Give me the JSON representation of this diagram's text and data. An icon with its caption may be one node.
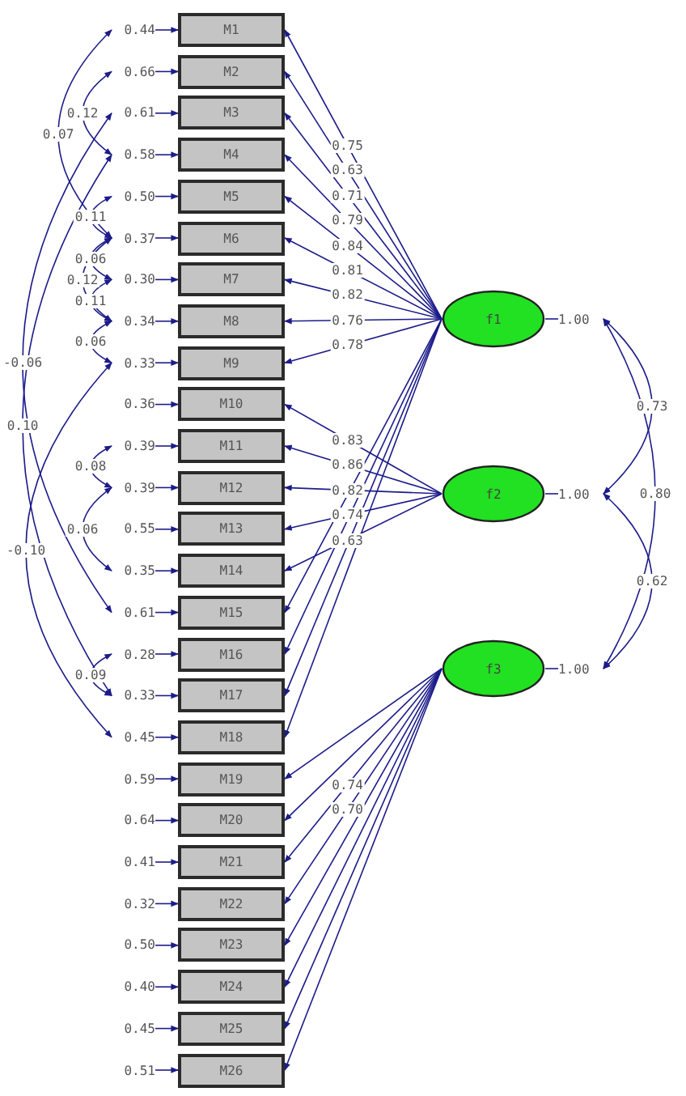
{
  "diagram": {
    "nodes": [
      {
        "text": [
          "M1"
        ]
      },
      {
        "text": [
          "M2"
        ]
      },
      {
        "text": [
          "M3"
        ]
      },
      {
        "text": [
          "M4"
        ]
      },
      {
        "text": [
          "M5"
        ]
      },
      {
        "text": [
          "M6"
        ]
      },
      {
        "text": [
          "M7"
        ]
      },
      {
        "text": [
          "M8"
        ]
      },
      {
        "text": [
          "M9"
        ]
      },
      {
        "text": [
          "M10"
        ]
      },
      {
        "text": [
          "M11"
        ]
      },
      {
        "text": [
          "M12"
        ]
      },
      {
        "text": [
          "M13"
        ]
      },
      {
        "text": [
          "M14"
        ]
      },
      {
        "text": [
          "M15"
        ]
      },
      {
        "text": [
          "M16"
        ]
      },
      {
        "text": [
          "M17"
        ]
      },
      {
        "text": [
          "M18"
        ]
      },
      {
        "text": [
          "M19"
        ]
      },
      {
        "text": [
          "M20"
        ]
      },
      {
        "text": [
          "M21"
        ]
      },
      {
        "text": [
          "M22"
        ]
      },
      {
        "text": [
          "M23"
        ]
      },
      {
        "text": [
          "M24"
        ]
      },
      {
        "text": [
          "M25"
        ]
      },
      {
        "text": [
          "M26"
        ]
      },
      {
        "text": [
          "f1"
        ]
      },
      {
        "text": [
          "f2"
        ]
      },
      {
        "text": [
          "f3"
        ]
      },
      {
        "text": [
          "1.00"
        ]
      },
      {
        "text": [
          "1.00"
        ]
      },
      {
        "text": [
          "1.00"
        ]
      },
      {
        "text": [
          "0.44"
        ]
      },
      {
        "text": [
          "0.66"
        ]
      },
      {
        "text": [
          "0.61"
        ]
      },
      {
        "text": [
          "0.58"
        ]
      },
      {
        "text": [
          "0.50"
        ]
      },
      {
        "text": [
          "0.37"
        ]
      },
      {
        "text": [
          "0.30"
        ]
      },
      {
        "text": [
          "0.34"
        ]
      },
      {
        "text": [
          "0.33"
        ]
      },
      {
        "text": [
          "0.36"
        ]
      },
      {
        "text": [
          "0.39"
        ]
      },
      {
        "text": [
          "0.39"
        ]
      },
      {
        "text": [
          "0.55"
        ]
      },
      {
        "text": [
          "0.35"
        ]
      },
      {
        "text": [
          "0.61"
        ]
      },
      {
        "text": [
          "0.28"
        ]
      },
      {
        "text": [
          "0.33"
        ]
      },
      {
        "text": [
          "0.45"
        ]
      },
      {
        "text": [
          "0.59"
        ]
      },
      {
        "text": [
          "0.64"
        ]
      },
      {
        "text": [
          "0.41"
        ]
      },
      {
        "text": [
          "0.32"
        ]
      },
      {
        "text": [
          "0.50"
        ]
      },
      {
        "text": [
          "0.40"
        ]
      },
      {
        "text": [
          "0.45"
        ]
      },
      {
        "text": [
          "0.51"
        ]
      }
    ],
    "edges": [
      {
        "from": 26,
        "to": 0,
        "arrow": "to",
        "label": "0.75"
      },
      {
        "from": 26,
        "to": 1,
        "arrow": "to",
        "label": "0.63"
      },
      {
        "from": 26,
        "to": 2,
        "arrow": "to",
        "label": "0.71"
      },
      {
        "from": 26,
        "to": 3,
        "arrow": "to",
        "label": "0.79"
      },
      {
        "from": 26,
        "to": 4,
        "arrow": "to",
        "label": "0.84"
      },
      {
        "from": 26,
        "to": 5,
        "arrow": "to",
        "label": "0.81"
      },
      {
        "from": 26,
        "to": 6,
        "arrow": "to",
        "label": "0.82"
      },
      {
        "from": 26,
        "to": 7,
        "arrow": "to",
        "label": "0.76"
      },
      {
        "from": 26,
        "to": 8,
        "arrow": "to",
        "label": "0.78"
      },
      {
        "from": 27,
        "to": 9,
        "arrow": "to",
        "label": "0.83"
      },
      {
        "from": 27,
        "to": 10,
        "arrow": "to",
        "label": "0.86"
      },
      {
        "from": 27,
        "to": 11,
        "arrow": "to",
        "label": "0.82"
      },
      {
        "from": 27,
        "to": 12,
        "arrow": "to",
        "label": "0.74"
      },
      {
        "from": 27,
        "to": 13,
        "arrow": "to",
        "label": "0.63"
      },
      {
        "from": 26,
        "to": 14,
        "arrow": "to"
      },
      {
        "from": 26,
        "to": 15,
        "arrow": "to"
      },
      {
        "from": 26,
        "to": 16,
        "arrow": "to"
      },
      {
        "from": 26,
        "to": 17,
        "arrow": "to"
      },
      {
        "from": 28,
        "to": 18,
        "arrow": "to"
      },
      {
        "from": 28,
        "to": 19,
        "arrow": "to"
      },
      {
        "from": 28,
        "to": 20,
        "arrow": "to",
        "label": "0.74"
      },
      {
        "from": 28,
        "to": 21,
        "arrow": "to",
        "label": "0.70"
      },
      {
        "from": 28,
        "to": 22,
        "arrow": "to"
      },
      {
        "from": 28,
        "to": 23,
        "arrow": "to"
      },
      {
        "from": 28,
        "to": 24,
        "arrow": "to"
      },
      {
        "from": 28,
        "to": 25,
        "arrow": "to"
      },
      {
        "from": 32,
        "to": 0,
        "arrow": "to"
      },
      {
        "from": 33,
        "to": 1,
        "arrow": "to"
      },
      {
        "from": 34,
        "to": 2,
        "arrow": "to"
      },
      {
        "from": 35,
        "to": 3,
        "arrow": "to"
      },
      {
        "from": 36,
        "to": 4,
        "arrow": "to"
      },
      {
        "from": 37,
        "to": 5,
        "arrow": "to"
      },
      {
        "from": 38,
        "to": 6,
        "arrow": "to"
      },
      {
        "from": 39,
        "to": 7,
        "arrow": "to"
      },
      {
        "from": 40,
        "to": 8,
        "arrow": "to"
      },
      {
        "from": 41,
        "to": 9,
        "arrow": "to"
      },
      {
        "from": 42,
        "to": 10,
        "arrow": "to"
      },
      {
        "from": 43,
        "to": 11,
        "arrow": "to"
      },
      {
        "from": 44,
        "to": 12,
        "arrow": "to"
      },
      {
        "from": 45,
        "to": 13,
        "arrow": "to"
      },
      {
        "from": 46,
        "to": 14,
        "arrow": "to"
      },
      {
        "from": 47,
        "to": 15,
        "arrow": "to"
      },
      {
        "from": 48,
        "to": 16,
        "arrow": "to"
      },
      {
        "from": 49,
        "to": 17,
        "arrow": "to"
      },
      {
        "from": 50,
        "to": 18,
        "arrow": "to"
      },
      {
        "from": 51,
        "to": 19,
        "arrow": "to"
      },
      {
        "from": 52,
        "to": 20,
        "arrow": "to"
      },
      {
        "from": 53,
        "to": 21,
        "arrow": "to"
      },
      {
        "from": 54,
        "to": 22,
        "arrow": "to"
      },
      {
        "from": 55,
        "to": 23,
        "arrow": "to"
      },
      {
        "from": 56,
        "to": 24,
        "arrow": "to"
      },
      {
        "from": 57,
        "to": 25,
        "arrow": "to"
      },
      {
        "from": 26,
        "to": 29,
        "arrow": "none"
      },
      {
        "from": 27,
        "to": 30,
        "arrow": "none"
      },
      {
        "from": 28,
        "to": 31,
        "arrow": "none"
      },
      {
        "from": 29,
        "to": 30,
        "arrow": "both",
        "label": "0.73"
      },
      {
        "from": 30,
        "to": 31,
        "arrow": "both",
        "label": "0.62"
      },
      {
        "from": 29,
        "to": 31,
        "arrow": "both",
        "label": "0.80"
      },
      {
        "from": 33,
        "to": 35,
        "arrow": "both",
        "label": "0.12"
      },
      {
        "from": 32,
        "to": 37,
        "arrow": "both",
        "label": "0.07"
      },
      {
        "from": 36,
        "to": 37,
        "arrow": "both",
        "label": "0.11"
      },
      {
        "from": 37,
        "to": 38,
        "arrow": "both",
        "label": "0.06"
      },
      {
        "from": 37,
        "to": 39,
        "arrow": "both",
        "label": "0.12"
      },
      {
        "from": 38,
        "to": 39,
        "arrow": "both",
        "label": "0.11"
      },
      {
        "from": 39,
        "to": 40,
        "arrow": "both",
        "label": "0.06"
      },
      {
        "from": 35,
        "to": 48,
        "arrow": "both",
        "label": "0.10"
      },
      {
        "from": 34,
        "to": 46,
        "arrow": "both",
        "label": "-0.06"
      },
      {
        "from": 40,
        "to": 49,
        "arrow": "both",
        "label": "-0.10"
      },
      {
        "from": 42,
        "to": 43,
        "arrow": "both",
        "label": "0.08"
      },
      {
        "from": 43,
        "to": 45,
        "arrow": "both",
        "label": "0.06"
      },
      {
        "from": 47,
        "to": 48,
        "arrow": "both",
        "label": "0.09"
      }
    ]
  }
}
